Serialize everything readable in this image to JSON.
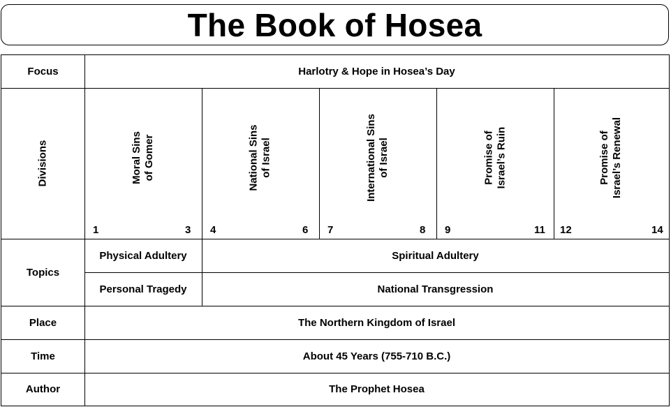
{
  "title": "The Book of Hosea",
  "labels": {
    "focus": "Focus",
    "divisions": "Divisions",
    "topics": "Topics",
    "place": "Place",
    "time": "Time",
    "author": "Author"
  },
  "focus": "Harlotry & Hope in Hosea’s Day",
  "divisions": [
    {
      "line1": "Moral Sins",
      "line2": "of Gomer",
      "start": "1",
      "end": "3"
    },
    {
      "line1": "National Sins",
      "line2": "of Israel",
      "start": "4",
      "end": "6"
    },
    {
      "line1": "International Sins",
      "line2": "of Israel",
      "start": "7",
      "end": "8"
    },
    {
      "line1": "Promise of",
      "line2": "Israel’s Ruin",
      "start": "9",
      "end": "11"
    },
    {
      "line1": "Promise of",
      "line2": "Israel’s Renewal",
      "start": "12",
      "end": "14"
    }
  ],
  "topics": {
    "row1_left": "Physical Adultery",
    "row1_right": "Spiritual Adultery",
    "row2_left": "Personal Tragedy",
    "row2_right": "National Transgression"
  },
  "place": "The Northern Kingdom of Israel",
  "time": "About 45 Years (755-710 B.C.)",
  "author": "The Prophet Hosea"
}
